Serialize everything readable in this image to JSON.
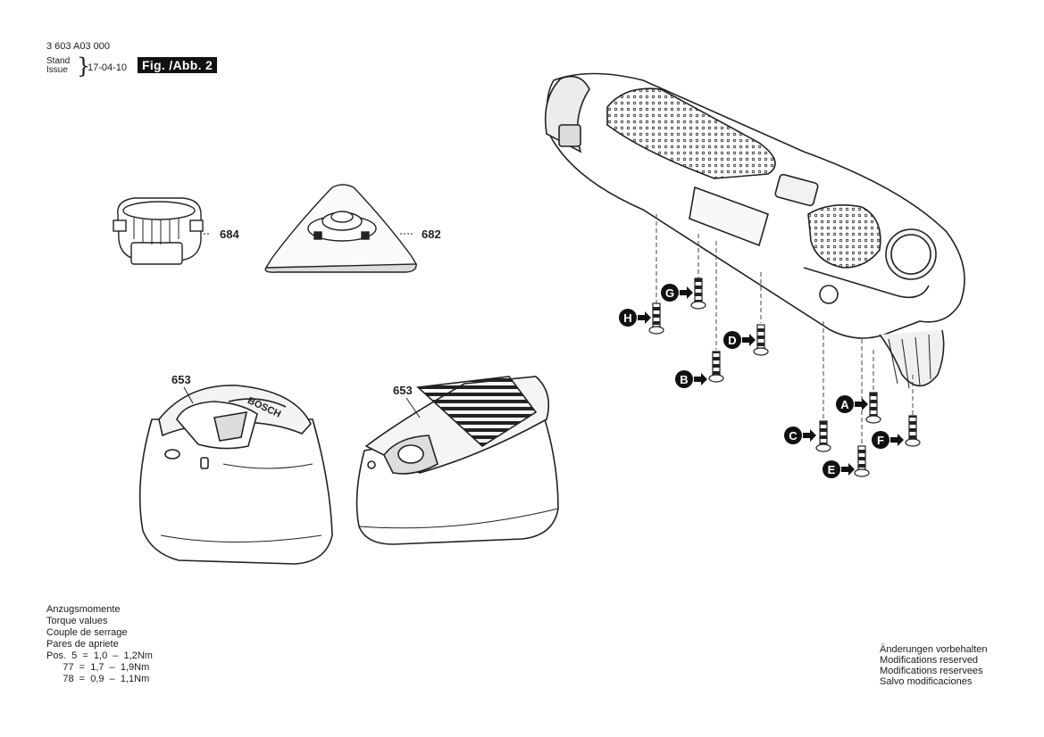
{
  "header": {
    "part_number": "3 603 A03 000",
    "stand": "Stand",
    "issue": "Issue",
    "date": "17-04-10",
    "figure": "Fig. /Abb. 2"
  },
  "parts": {
    "p684": "684",
    "p682": "682",
    "p653a": "653",
    "p653b": "653",
    "charger_brand": "BOSCH"
  },
  "screws": [
    "A",
    "B",
    "C",
    "D",
    "E",
    "F",
    "G",
    "H"
  ],
  "torque": {
    "titles": [
      "Anzugsmomente",
      "Torque values",
      "Couple de serrage",
      "Pares de apriete"
    ],
    "rows": [
      "Pos.  5  =  1,0  –  1,2Nm",
      "      77  =  1,7  –  1,9Nm",
      "      78  =  0,9  –  1,1Nm"
    ]
  },
  "modifications": [
    "Änderungen vorbehalten",
    "Modifications reserved",
    "Modifications reservees",
    "Salvo modificaciones"
  ]
}
